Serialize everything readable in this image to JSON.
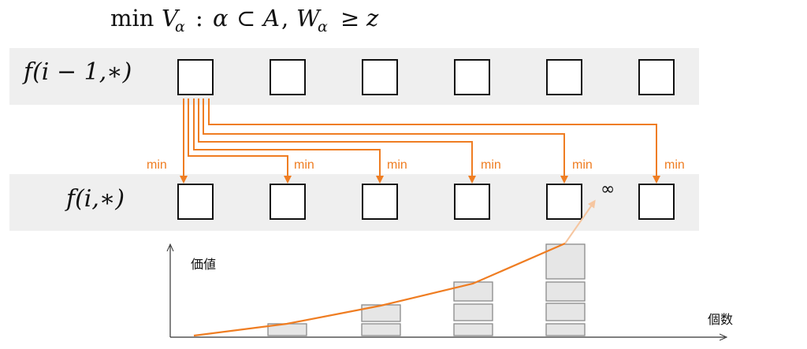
{
  "formula": {
    "min": "min",
    "V": "V",
    "sub1": "α",
    "colon": ":",
    "alpha": "α",
    "subset": "⊂",
    "A": "A",
    "comma": ",",
    "W": "W",
    "sub2": "α",
    "geq": "≥",
    "z": "z"
  },
  "rows": {
    "top_label": "f(i − 1,∗)",
    "bottom_label": "f(i,∗)"
  },
  "min_label": "min",
  "infinity": "∞",
  "axis": {
    "y_label": "価値",
    "x_label": "個数"
  },
  "stacks": {
    "counts": [
      0,
      1,
      2,
      3,
      4,
      0
    ]
  },
  "colors": {
    "arrow": "#ef7d22",
    "band": "#efefef",
    "stack_fill": "#e6e6e6",
    "stack_stroke": "#8a8a8a"
  }
}
